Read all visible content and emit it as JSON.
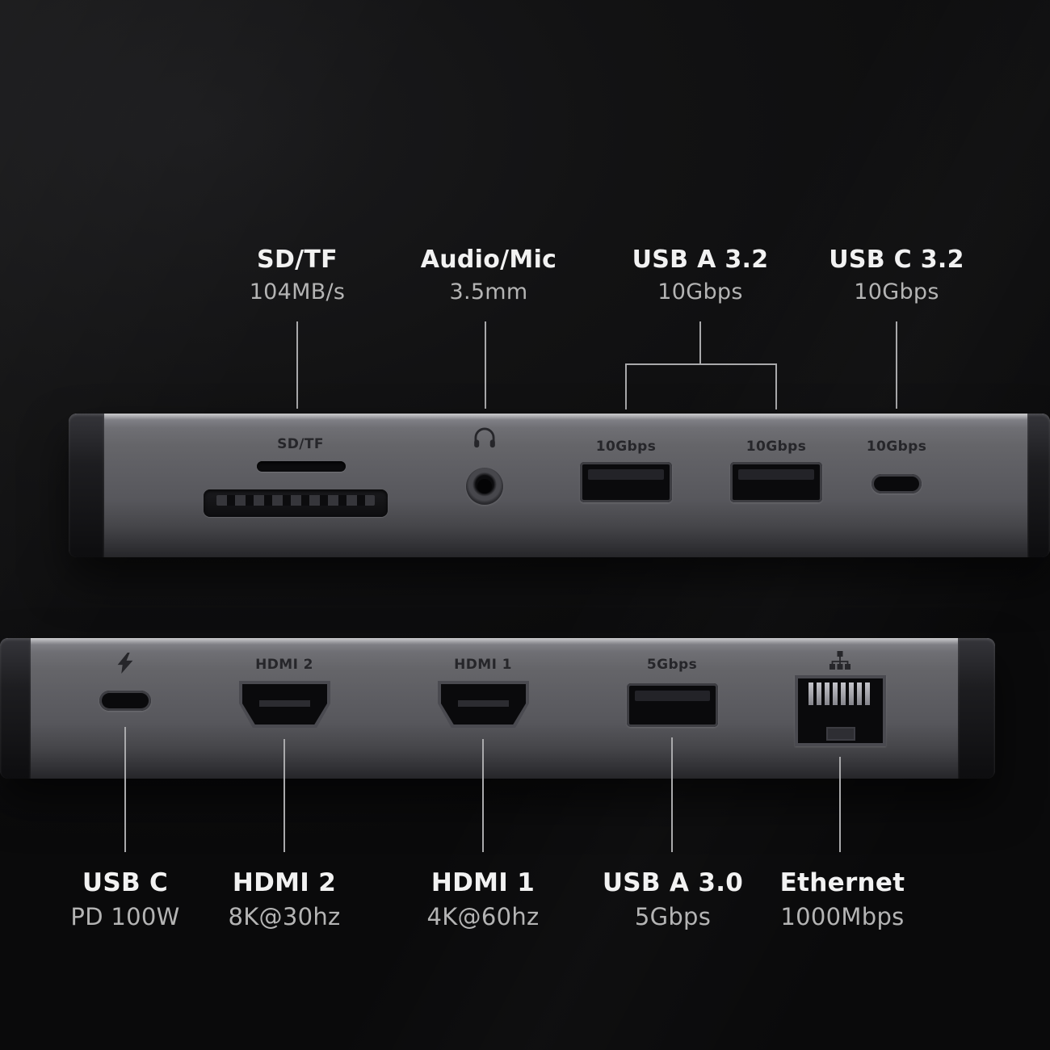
{
  "colors": {
    "background": "#0b0b0c",
    "device_body_gray": "#5e5e63",
    "title_text": "#f2f2f2",
    "subtitle_text": "#b4b4b4",
    "device_print_text": "#26262a",
    "leader_line": "#a9a9ab"
  },
  "top_callouts": [
    {
      "title": "SD/TF",
      "subtitle": "104MB/s"
    },
    {
      "title": "Audio/Mic",
      "subtitle": "3.5mm"
    },
    {
      "title": "USB A 3.2",
      "subtitle": "10Gbps"
    },
    {
      "title": "USB C 3.2",
      "subtitle": "10Gbps"
    }
  ],
  "rear_panel_prints": {
    "sd_slot": "SD/TF",
    "usb_a_1": "10Gbps",
    "usb_a_2": "10Gbps",
    "usb_c": "10Gbps"
  },
  "front_panel_prints": {
    "hdmi_2": "HDMI 2",
    "hdmi_1": "HDMI 1",
    "usb_a": "5Gbps"
  },
  "bottom_callouts": [
    {
      "title": "USB C",
      "subtitle": "PD 100W"
    },
    {
      "title": "HDMI 2",
      "subtitle": "8K@30hz"
    },
    {
      "title": "HDMI 1",
      "subtitle": "4K@60hz"
    },
    {
      "title": "USB A 3.0",
      "subtitle": "5Gbps"
    },
    {
      "title": "Ethernet",
      "subtitle": "1000Mbps"
    }
  ]
}
